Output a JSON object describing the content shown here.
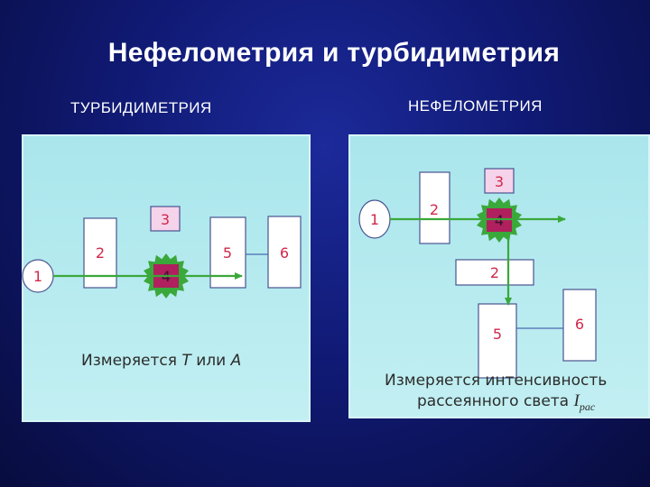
{
  "slide": {
    "title": "Нефелометрия и турбидиметрия",
    "headings": {
      "turbidimetry": "ТУРБИДИМЕТРИЯ",
      "nephelometry": "НЕФЕЛОМЕТРИЯ"
    }
  },
  "turbidimetry": {
    "labels": {
      "source": "1",
      "filter": "2",
      "detector": "3",
      "cuvette": "4",
      "photocell": "5",
      "meter": "6"
    },
    "caption": {
      "prefix": "Измеряется ",
      "var_t": "T",
      "middle": " или ",
      "var_a": "A"
    }
  },
  "nephelometry": {
    "labels": {
      "source": "1",
      "filter_top": "2",
      "detector": "3",
      "cuvette": "4",
      "filter_bottom": "2",
      "photocell": "5",
      "meter": "6"
    },
    "caption": {
      "line1": "Измеряется интенсивность",
      "line2_prefix": "рассеянного света ",
      "var_i": "I",
      "subscript": "рас"
    }
  },
  "colors": {
    "background": "#101a74",
    "panel": "#b4eaee",
    "beam": "#3aa83a",
    "cuvette": "#b0205e",
    "label": "#d0284a",
    "box_border": "#4a5490"
  }
}
